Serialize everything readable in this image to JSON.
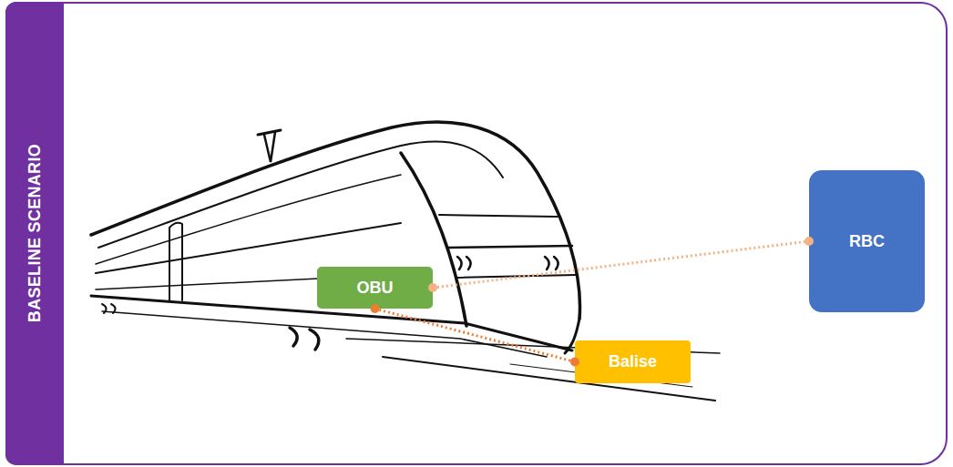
{
  "diagram": {
    "nodes": [
      {
        "text": [
          "BASELINE SCENARIO"
        ]
      },
      {
        "text": [
          "OBU"
        ]
      },
      {
        "text": [
          "Balise"
        ]
      },
      {
        "text": [
          "RBC"
        ]
      }
    ],
    "edges": [
      {
        "from": 1,
        "to": 3,
        "arrow": "none"
      },
      {
        "from": 1,
        "to": 2,
        "arrow": "none"
      }
    ]
  }
}
